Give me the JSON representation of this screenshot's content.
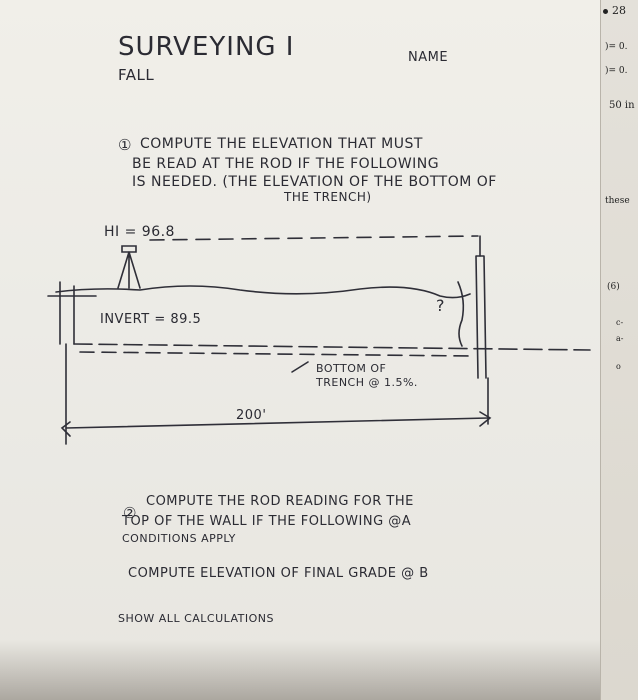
{
  "header": {
    "title": "SURVEYING I",
    "name_label": "NAME",
    "term": "FALL"
  },
  "question1": {
    "number": "①",
    "lines": [
      "COMPUTE THE ELEVATION THAT MUST",
      "BE READ AT THE ROD IF THE FOLLOWING",
      "IS NEEDED. (THE ELEVATION OF THE BOTTOM OF",
      "THE TRENCH)"
    ]
  },
  "diagram": {
    "hi_label": "HI = 96.8",
    "invert_label": "INVERT = 89.5",
    "unknown_label": "?",
    "bottom_label_line1": "BOTTOM OF",
    "bottom_label_line2": "TRENCH @ 1.5%.",
    "distance_label": "200'"
  },
  "question2": {
    "number": "②",
    "lines": [
      "COMPUTE THE ROD READING FOR THE",
      "TOP OF THE WALL IF THE FOLLOWING @A",
      "CONDITIONS APPLY",
      "COMPUTE ELEVATION OF FINAL GRADE @ B",
      "SHOW ALL CALCULATIONS"
    ]
  },
  "side_page": {
    "page_number": "28",
    "fragments": [
      ")= 0.",
      ")= 0.",
      "50 in",
      "these",
      "(6)",
      "c-",
      "a-",
      "o"
    ]
  }
}
